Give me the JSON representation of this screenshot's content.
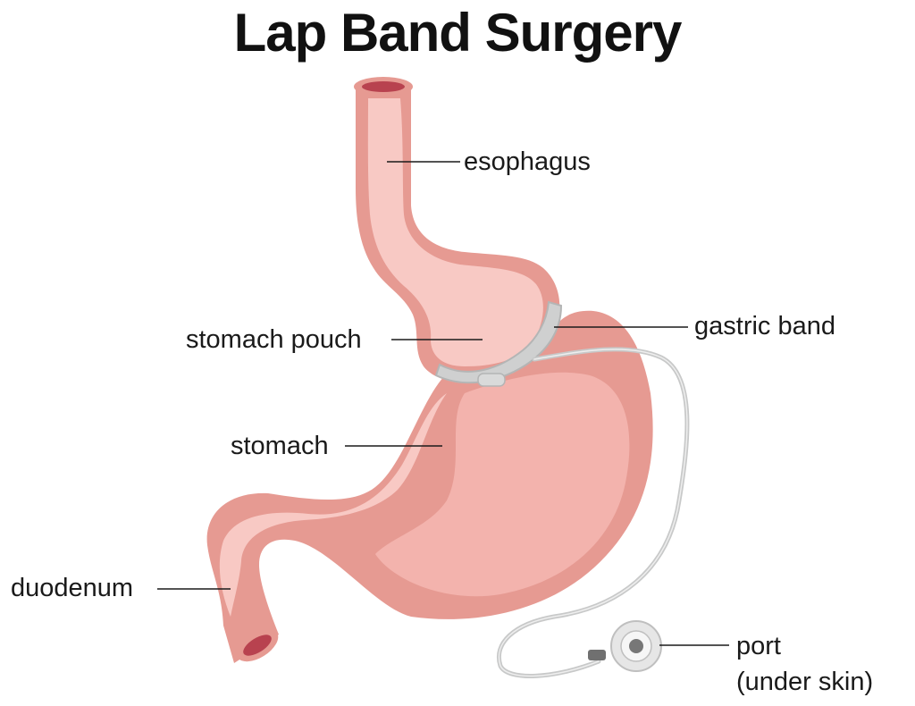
{
  "title": "Lap Band Surgery",
  "labels": {
    "esophagus": "esophagus",
    "stomach_pouch": "stomach pouch",
    "gastric_band": "gastric band",
    "stomach": "stomach",
    "duodenum": "duodenum",
    "port": "port",
    "port_note": "(under skin)"
  },
  "colors": {
    "tissue_dark": "#e69a92",
    "tissue_mid": "#f3b3ad",
    "tissue_light": "#f8c9c4",
    "lumen": "#b8424f",
    "band": "#cfd0d0",
    "tube": "#c8c9c9",
    "leader": "#1a1a1a"
  }
}
